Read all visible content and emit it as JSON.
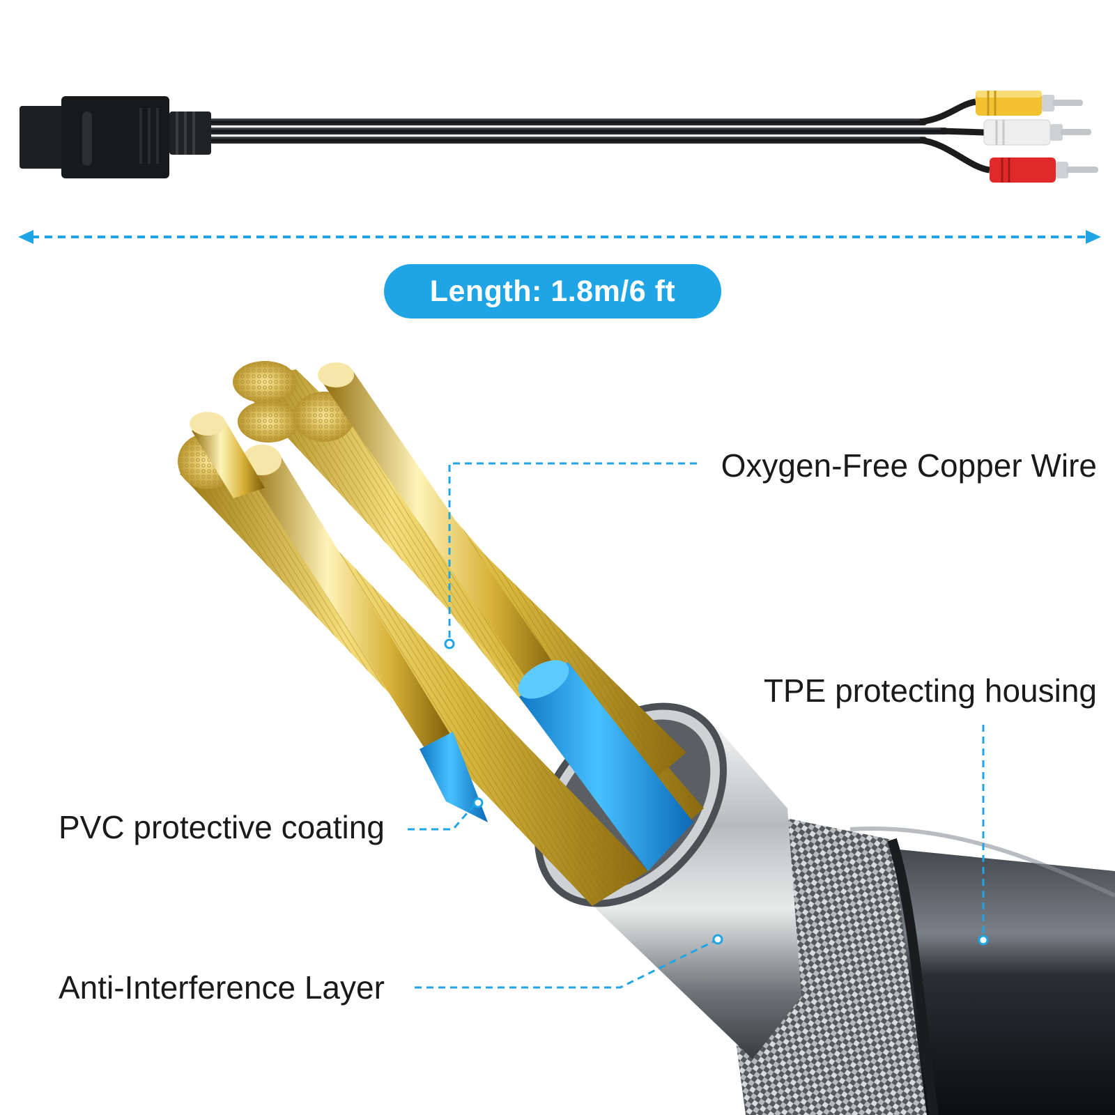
{
  "badge": {
    "length_text": "Length: 1.8m/6 ft"
  },
  "labels": {
    "copper": "Oxygen-Free Copper Wire",
    "tpe": "TPE protecting housing",
    "pvc": "PVC protective coating",
    "anti": "Anti-Interference Layer"
  },
  "colors": {
    "accent_blue": "#1fa5e6",
    "copper_gold": "#d4b13a",
    "pvc_blue": "#2aa7ec",
    "jacket_black": "#1a1d21",
    "rca_yellow": "#f2c230",
    "rca_white": "#f1f1f1",
    "rca_red": "#e02a2a"
  },
  "icons": [
    "n64-av-connector-icon",
    "rca-plug-yellow-icon",
    "rca-plug-white-icon",
    "rca-plug-red-icon",
    "double-arrow-icon"
  ]
}
